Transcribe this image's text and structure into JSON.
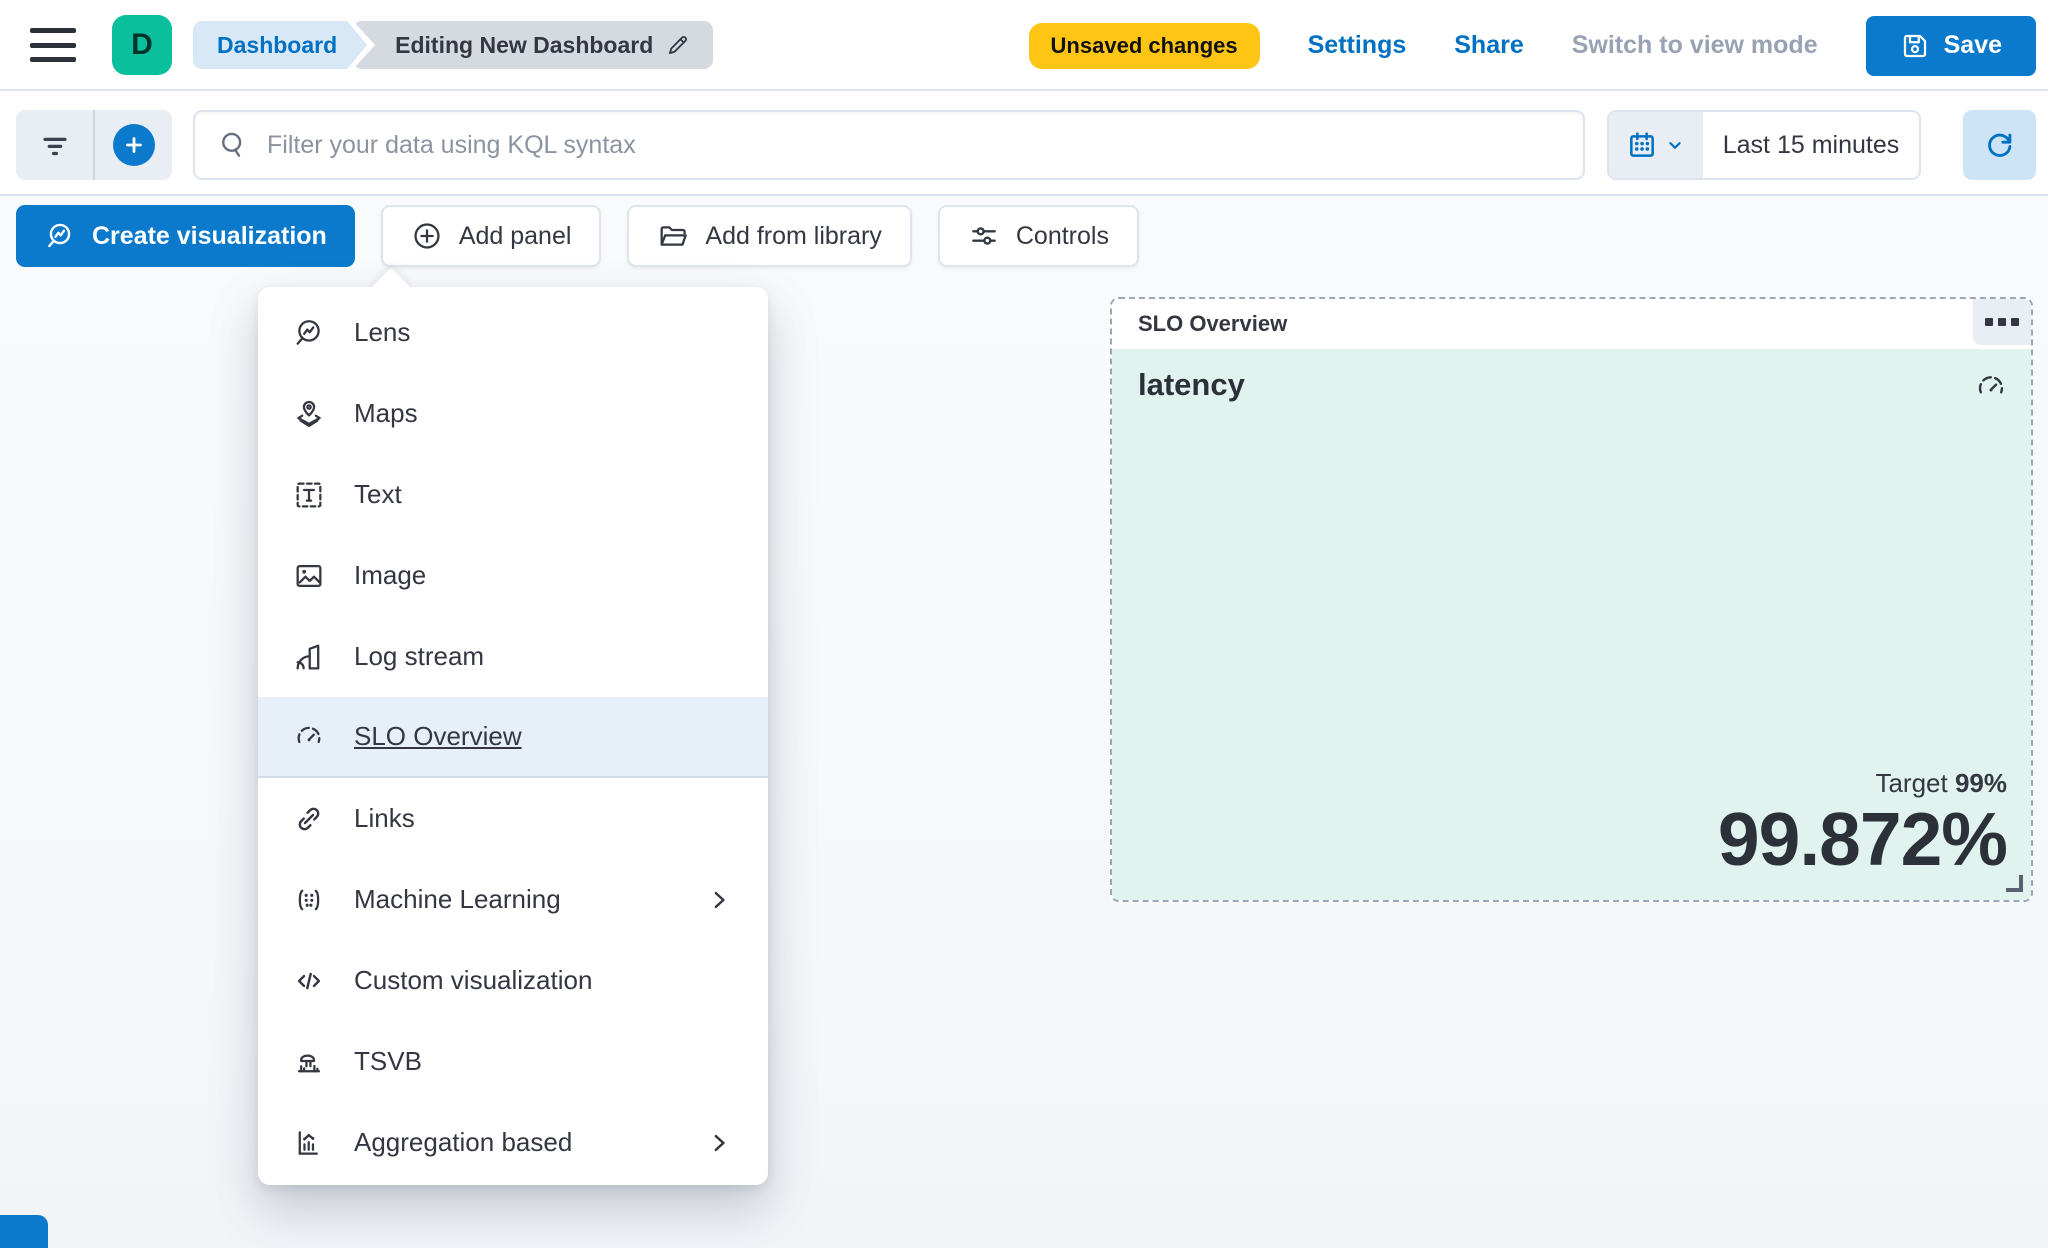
{
  "header": {
    "logo_letter": "D",
    "breadcrumb_first": "Dashboard",
    "breadcrumb_second": "Editing New Dashboard",
    "unsaved_badge": "Unsaved changes",
    "settings_label": "Settings",
    "share_label": "Share",
    "switch_view_label": "Switch to view mode",
    "save_label": "Save"
  },
  "search": {
    "placeholder": "Filter your data using KQL syntax",
    "time_range": "Last 15 minutes"
  },
  "toolbar": {
    "create_visualization": "Create visualization",
    "add_panel": "Add panel",
    "add_from_library": "Add from library",
    "controls": "Controls"
  },
  "menu": {
    "items": [
      {
        "label": "Lens"
      },
      {
        "label": "Maps"
      },
      {
        "label": "Text"
      },
      {
        "label": "Image"
      },
      {
        "label": "Log stream"
      },
      {
        "label": "SLO Overview",
        "selected": true
      },
      {
        "label": "Links"
      },
      {
        "label": "Machine Learning",
        "has_submenu": true
      },
      {
        "label": "Custom visualization"
      },
      {
        "label": "TSVB"
      },
      {
        "label": "Aggregation based",
        "has_submenu": true
      }
    ]
  },
  "slo_panel": {
    "title": "SLO Overview",
    "name": "latency",
    "target_label": "Target",
    "target_value": "99%",
    "value": "99.872%"
  },
  "colors": {
    "primary": "#0b79cc",
    "link": "#0071c2",
    "warning_badge": "#fec514",
    "logo_teal": "#0abf9b",
    "panel_mint": "#e0f3ef",
    "text": "#343741"
  }
}
